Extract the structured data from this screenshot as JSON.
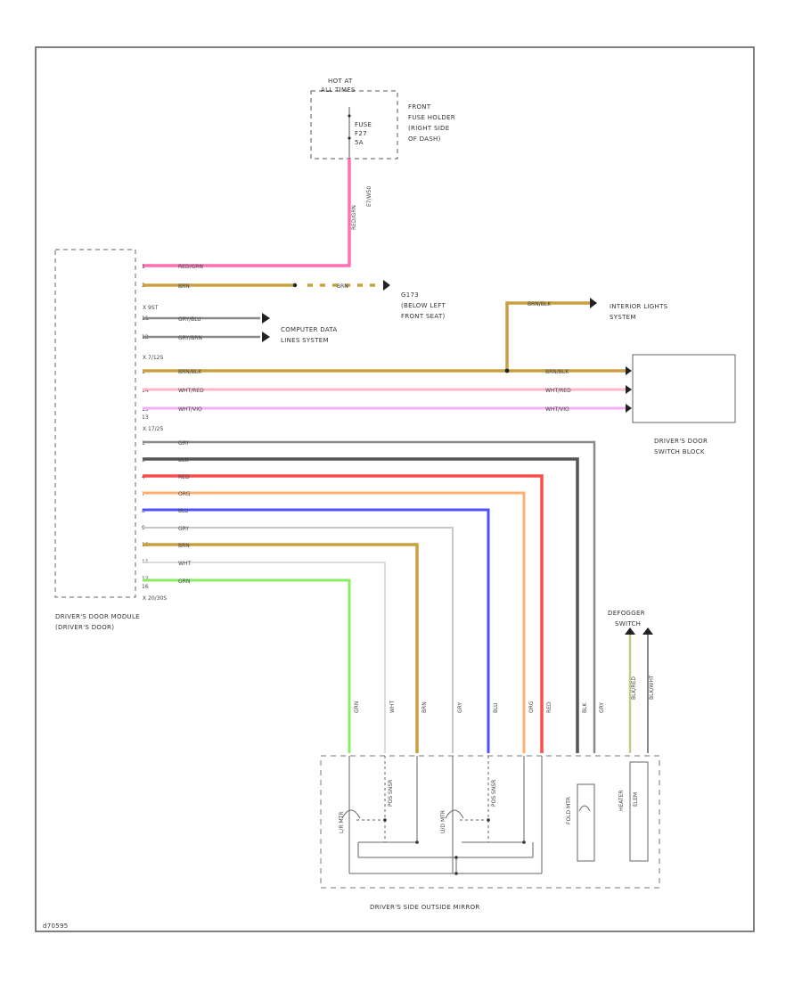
{
  "hot_at": [
    "HOT AT",
    "ALL TIMES"
  ],
  "fuse_holder_label": [
    "FRONT",
    "FUSE HOLDER",
    "(RIGHT SIDE",
    "OF DASH)"
  ],
  "fuse_text": [
    "FUSE",
    "F27",
    "5A"
  ],
  "fuse_wire": "RED/GRN",
  "fuse_conn": "E7/W50",
  "ground_label": [
    "G173",
    "(BELOW LEFT",
    "FRONT SEAT)"
  ],
  "interior_lights": [
    "INTERIOR LIGHTS",
    "SYSTEM"
  ],
  "computer_data": [
    "COMPUTER DATA",
    "LINES SYSTEM"
  ],
  "switch_block": [
    "DRIVER'S DOOR",
    "SWITCH BLOCK"
  ],
  "module_label": [
    "DRIVER'S DOOR MODULE",
    "(DRIVER'S DOOR)"
  ],
  "defogger_switch": [
    "DEFOGGER",
    "SWITCH"
  ],
  "mirror_label": "DRIVER'S SIDE OUTSIDE MIRROR",
  "heater": [
    "HEATER",
    "ELEM"
  ],
  "fold_motor": "FOLD MTR",
  "left_right_motor": "L/R MTR",
  "up_down_motor": "U/D MTR",
  "pos_sensor": "POS SNSR",
  "connectors": [
    "X 9ST",
    "X 7/12S",
    "X 17/25",
    "X 20/30S"
  ],
  "pins": [
    "1",
    "2",
    "11",
    "12",
    "1",
    "14",
    "15",
    "1",
    "3",
    "4",
    "7",
    "8",
    "9",
    "10",
    "11",
    "12",
    "13",
    "16"
  ],
  "wires": [
    "RED/GRN",
    "BRN",
    "GRY/BLU",
    "GRY/BRN",
    "BRN/BLK",
    "WHT/RED",
    "WHT/VIO",
    "GRY",
    "BLK",
    "RED",
    "ORG",
    "BLU",
    "GRY",
    "BRN",
    "WHT",
    "GRN"
  ],
  "right_wires": [
    "BRN/BLK",
    "WHT/RED",
    "WHT/VIO"
  ],
  "ground_wire": "BRN",
  "drop_labels": [
    "GRN",
    "WHT",
    "BRN",
    "GRY",
    "BLU",
    "ORG",
    "RED",
    "BLK",
    "GRY"
  ],
  "defog_wires": [
    "BLK/RED",
    "BLK/WHT"
  ],
  "diagram_id": "d70595"
}
